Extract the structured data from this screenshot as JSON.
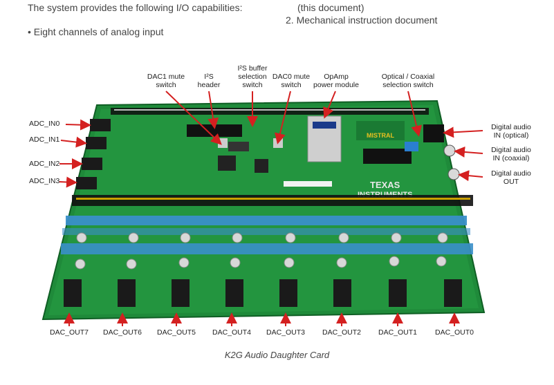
{
  "intro": {
    "line1": "The system provides the following I/O capabilities:",
    "bullet1": "• Eight channels of analog input"
  },
  "right_col": {
    "line1": "(this document)",
    "line2": "2. Mechanical instruction document"
  },
  "top_labels": {
    "dac1_mute": [
      "DAC1 mute",
      "switch"
    ],
    "i2s_header": [
      "I²S",
      "header"
    ],
    "i2s_buffer": [
      "I²S buffer",
      "selection",
      "switch"
    ],
    "dac0_mute": [
      "DAC0 mute",
      "switch"
    ],
    "opamp": [
      "OpAmp",
      "power module"
    ],
    "optical_coax": [
      "Optical / Coaxial",
      "selection switch"
    ]
  },
  "left_labels": [
    "ADC_IN0",
    "ADC_IN1",
    "ADC_IN2",
    "ADC_IN3"
  ],
  "right_labels": {
    "optical": [
      "Digital audio",
      "IN (optical)"
    ],
    "coaxial": [
      "Digital audio",
      "IN (coaxial)"
    ],
    "out": [
      "Digital audio",
      "OUT"
    ]
  },
  "bottom_labels": [
    "DAC_OUT7",
    "DAC_OUT6",
    "DAC_OUT5",
    "DAC_OUT4",
    "DAC_OUT3",
    "DAC_OUT2",
    "DAC_OUT1",
    "DAC_OUT0"
  ],
  "board_text": {
    "brand": "MISTRAL",
    "ti": "TEXAS INSTRUMENTS"
  },
  "caption": "K2G Audio Daughter Card",
  "colors": {
    "pcb": "#1f8a3a",
    "pcb_dark": "#145f28",
    "arrow": "#d42020",
    "capacitor": "#3a8fc9",
    "jack": "#1a1a1a"
  }
}
